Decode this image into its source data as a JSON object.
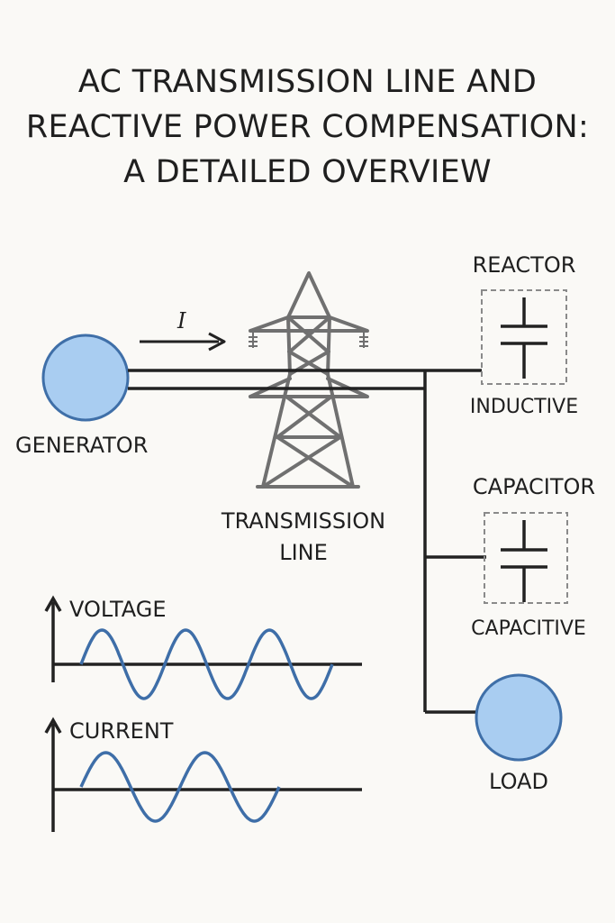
{
  "title": {
    "line1": "AC TRANSMISSION LINE AND",
    "line2": "REACTIVE POWER COMPENSATION:",
    "line3": "A DETAILED OVERVIEW"
  },
  "labels": {
    "current_symbol": "I",
    "generator": "GENERATOR",
    "transmission_line_1": "TRANSMISSION",
    "transmission_line_2": "LINE",
    "reactor": "REACTOR",
    "inductive": "INDUCTIVE",
    "capacitor": "CAPACITOR",
    "capacitive": "CAPACITIVE",
    "load": "LOAD",
    "voltage": "VOLTAGE",
    "current": "CURRENT"
  },
  "colors": {
    "circle_fill": "#a9cdf1",
    "circle_stroke": "#3f6fa8",
    "wave": "#3e6ea8",
    "line": "#222222",
    "tower": "#707070",
    "box_dash": "#8a8a8a"
  },
  "waves": {
    "voltage_cycles": 3,
    "current_cycles": 2
  }
}
